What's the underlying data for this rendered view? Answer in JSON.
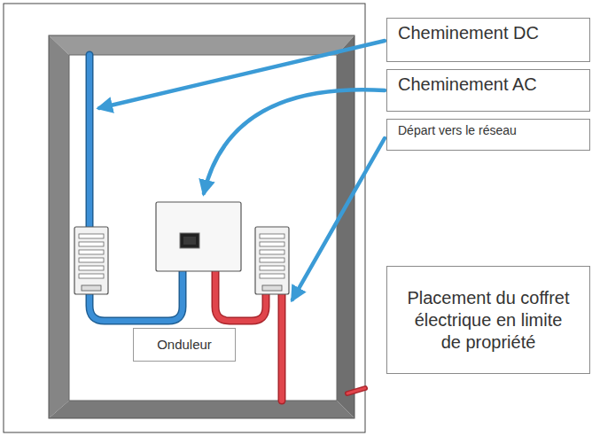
{
  "diagram": {
    "nodes": [
      {
        "text": [
          "Cheminement DC"
        ]
      },
      {
        "text": [
          "Cheminement AC"
        ]
      },
      {
        "text": [
          "Départ vers le réseau"
        ]
      },
      {
        "text": [
          "Placement du coffret électrique en limite de propriété"
        ]
      },
      {
        "text": [
          "Onduleur"
        ]
      }
    ]
  }
}
